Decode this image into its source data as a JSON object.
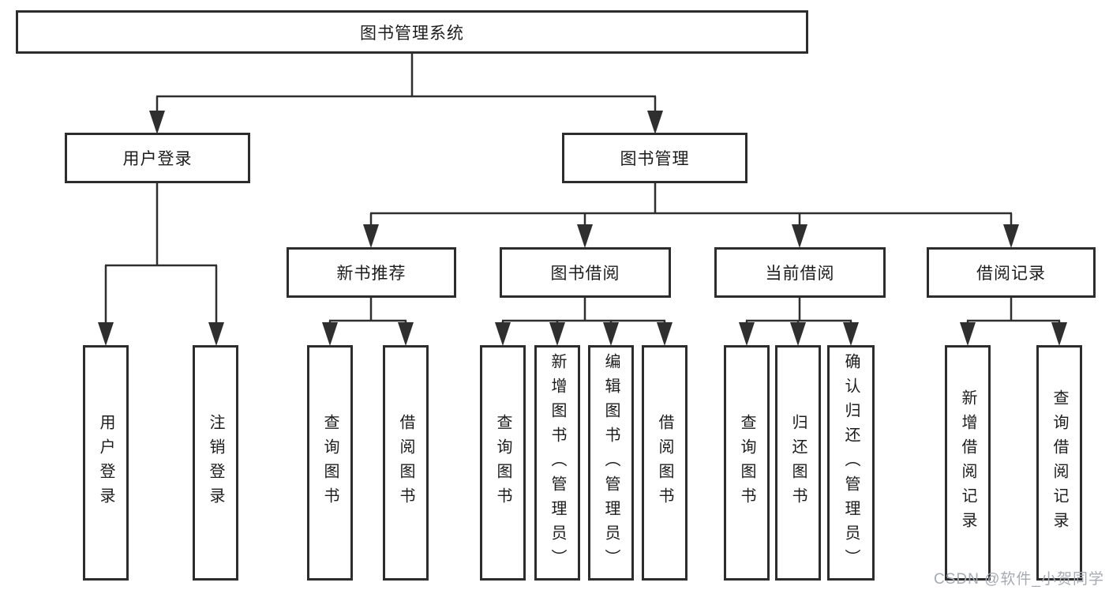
{
  "diagram": {
    "root": {
      "label": "图书管理系统"
    },
    "branches": [
      {
        "label": "用户登录",
        "children": [
          {
            "label": "用户登录"
          },
          {
            "label": "注销登录"
          }
        ]
      },
      {
        "label": "图书管理",
        "children": [
          {
            "label": "新书推荐",
            "children": [
              {
                "label": "查询图书"
              },
              {
                "label": "借阅图书"
              }
            ]
          },
          {
            "label": "图书借阅",
            "children": [
              {
                "label": "查询图书"
              },
              {
                "label": "新增图书（管理员）"
              },
              {
                "label": "编辑图书（管理员）"
              },
              {
                "label": "借阅图书"
              }
            ]
          },
          {
            "label": "当前借阅",
            "children": [
              {
                "label": "查询图书"
              },
              {
                "label": "归还图书"
              },
              {
                "label": "确认归还（管理员）"
              }
            ]
          },
          {
            "label": "借阅记录",
            "children": [
              {
                "label": "新增借阅记录"
              },
              {
                "label": "查询借阅记录"
              }
            ]
          }
        ]
      }
    ],
    "watermark": "CSDN @软件_小贺同学",
    "colors": {
      "line": "#2f2f2f",
      "box_border": "#2d2d2d",
      "text": "#1c1c1c",
      "watermark": "#a6aab2",
      "background": "#ffffff"
    }
  }
}
